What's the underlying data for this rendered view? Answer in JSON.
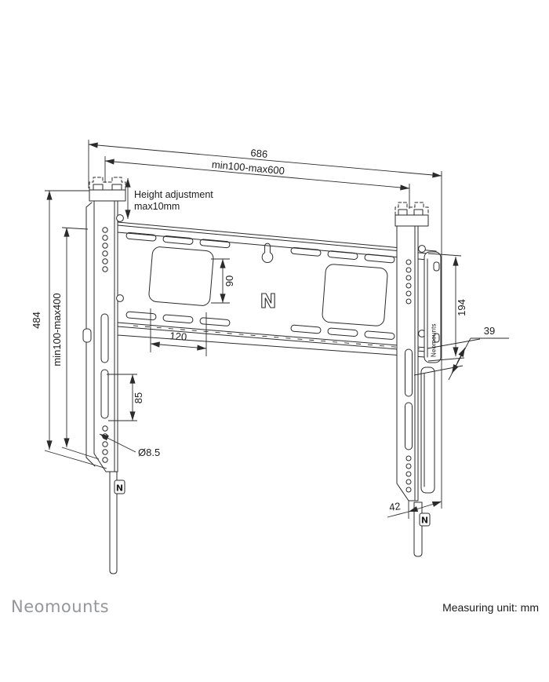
{
  "dimensions": {
    "overall_width": "686",
    "width_range": "min100-max600",
    "height_adjustment_line1": "Height adjustment",
    "height_adjustment_line2": "max10mm",
    "overall_height": "484",
    "height_range": "min100-max400",
    "cutout_height": "90",
    "cutout_width": "120",
    "slot_pitch": "85",
    "hole_diameter": "Ø8.5",
    "bracket_height": "194",
    "wall_depth": "39",
    "strap_depth": "42"
  },
  "logos": {
    "plate_logo": "N",
    "left_strap_logo": "N",
    "right_strap_logo": "N",
    "side_profile_label": "Neomounts"
  },
  "footer": {
    "brand": "Neomounts",
    "measuring_unit": "Measuring unit: mm"
  },
  "colors": {
    "line": "#2b2b2b",
    "text": "#1c1c1c",
    "brand_gray": "#95979a",
    "background": "#ffffff"
  }
}
